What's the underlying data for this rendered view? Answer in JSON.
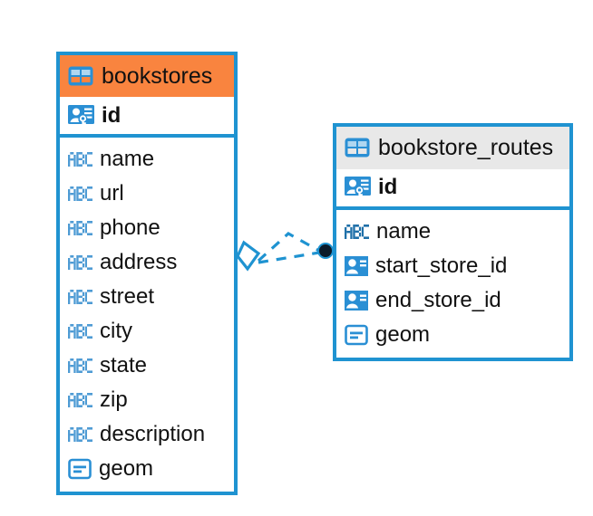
{
  "diagram": {
    "title": "database-entity-relationship-diagram",
    "background": "#FFFFFF",
    "colors": {
      "accent_blue": "#1F93D1",
      "header_orange": "#F9843F",
      "header_gray": "#E8E8E8",
      "text": "#111111",
      "connector": "#1F93D1",
      "connector_dot": "#0A1A2A"
    },
    "entities": [
      {
        "name": "bookstores",
        "header_icon": "table-icon",
        "header_color": "#F9843F",
        "primary_key": {
          "label": "id",
          "icon": "primary-key-icon",
          "type": "pk"
        },
        "fields": [
          {
            "label": "name",
            "icon": "abc-text-icon",
            "type": "text"
          },
          {
            "label": "url",
            "icon": "abc-text-icon",
            "type": "text"
          },
          {
            "label": "phone",
            "icon": "abc-text-icon",
            "type": "text"
          },
          {
            "label": "address",
            "icon": "abc-text-icon",
            "type": "text"
          },
          {
            "label": "street",
            "icon": "abc-text-icon",
            "type": "text"
          },
          {
            "label": "city",
            "icon": "abc-text-icon",
            "type": "text"
          },
          {
            "label": "state",
            "icon": "abc-text-icon",
            "type": "text"
          },
          {
            "label": "zip",
            "icon": "abc-text-icon",
            "type": "text"
          },
          {
            "label": "description",
            "icon": "abc-text-icon",
            "type": "text"
          },
          {
            "label": "geom",
            "icon": "geometry-icon",
            "type": "geometry"
          }
        ]
      },
      {
        "name": "bookstore_routes",
        "header_icon": "table-icon",
        "header_color": "#E8E8E8",
        "primary_key": {
          "label": "id",
          "icon": "primary-key-icon",
          "type": "pk"
        },
        "fields": [
          {
            "label": "name",
            "icon": "abc-text-icon",
            "type": "text"
          },
          {
            "label": "start_store_id",
            "icon": "foreign-key-icon",
            "type": "fk"
          },
          {
            "label": "end_store_id",
            "icon": "foreign-key-icon",
            "type": "fk"
          },
          {
            "label": "geom",
            "icon": "geometry-icon",
            "type": "geometry"
          }
        ]
      }
    ],
    "relationship": {
      "from_entity": "bookstores",
      "to_entity": "bookstore_routes",
      "source_marker": "diamond",
      "target_marker": "filled-circle",
      "line_style": "dashed",
      "branches": 2
    }
  }
}
